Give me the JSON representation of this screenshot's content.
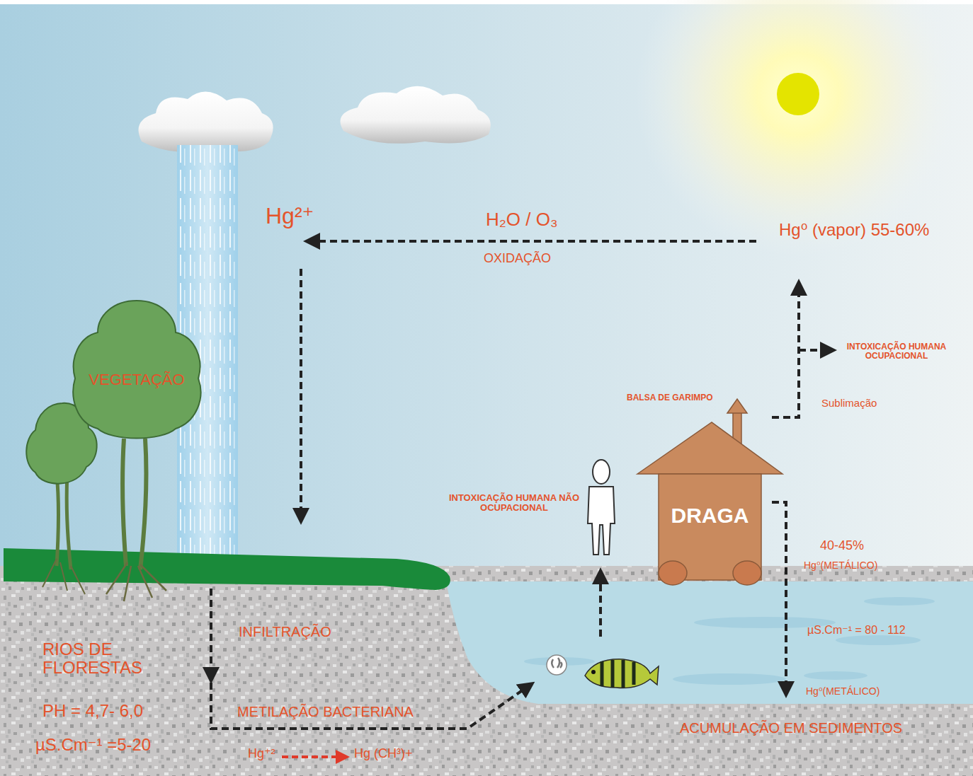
{
  "diagram": {
    "nodes": [
      {
        "text": [
          "VEGETAÇÃO"
        ]
      },
      {
        "text": [
          "BALSA DE GARIMPO",
          "DRAGA"
        ]
      }
    ],
    "labels": [
      "Hg²⁺",
      "H₂O / O₃",
      "OXIDAÇÃO",
      "Hg⁰ (vapor) 55-60%",
      "INTOXICAÇÃO HUMANA OCUPACIONAL",
      "Sublimação",
      "INTOXICAÇÃO HUMANA NÃO OCUPACIONAL",
      "40-45%",
      "Hg⁰(METÁLICO)",
      "µS.Cm⁻¹ = 80 - 112",
      "Hg⁰(METÁLICO)",
      "INFILTRAÇÃO",
      "RIOS DE FLORESTAS",
      "PH = 4,7- 6,0",
      "µS.Cm⁻¹ =5-20",
      "METILAÇÃO BACTERIANA",
      "Hg⁺²",
      "Hg (CH³)+",
      "ACUMULAÇÃO EM SEDIMENTOS"
    ]
  }
}
